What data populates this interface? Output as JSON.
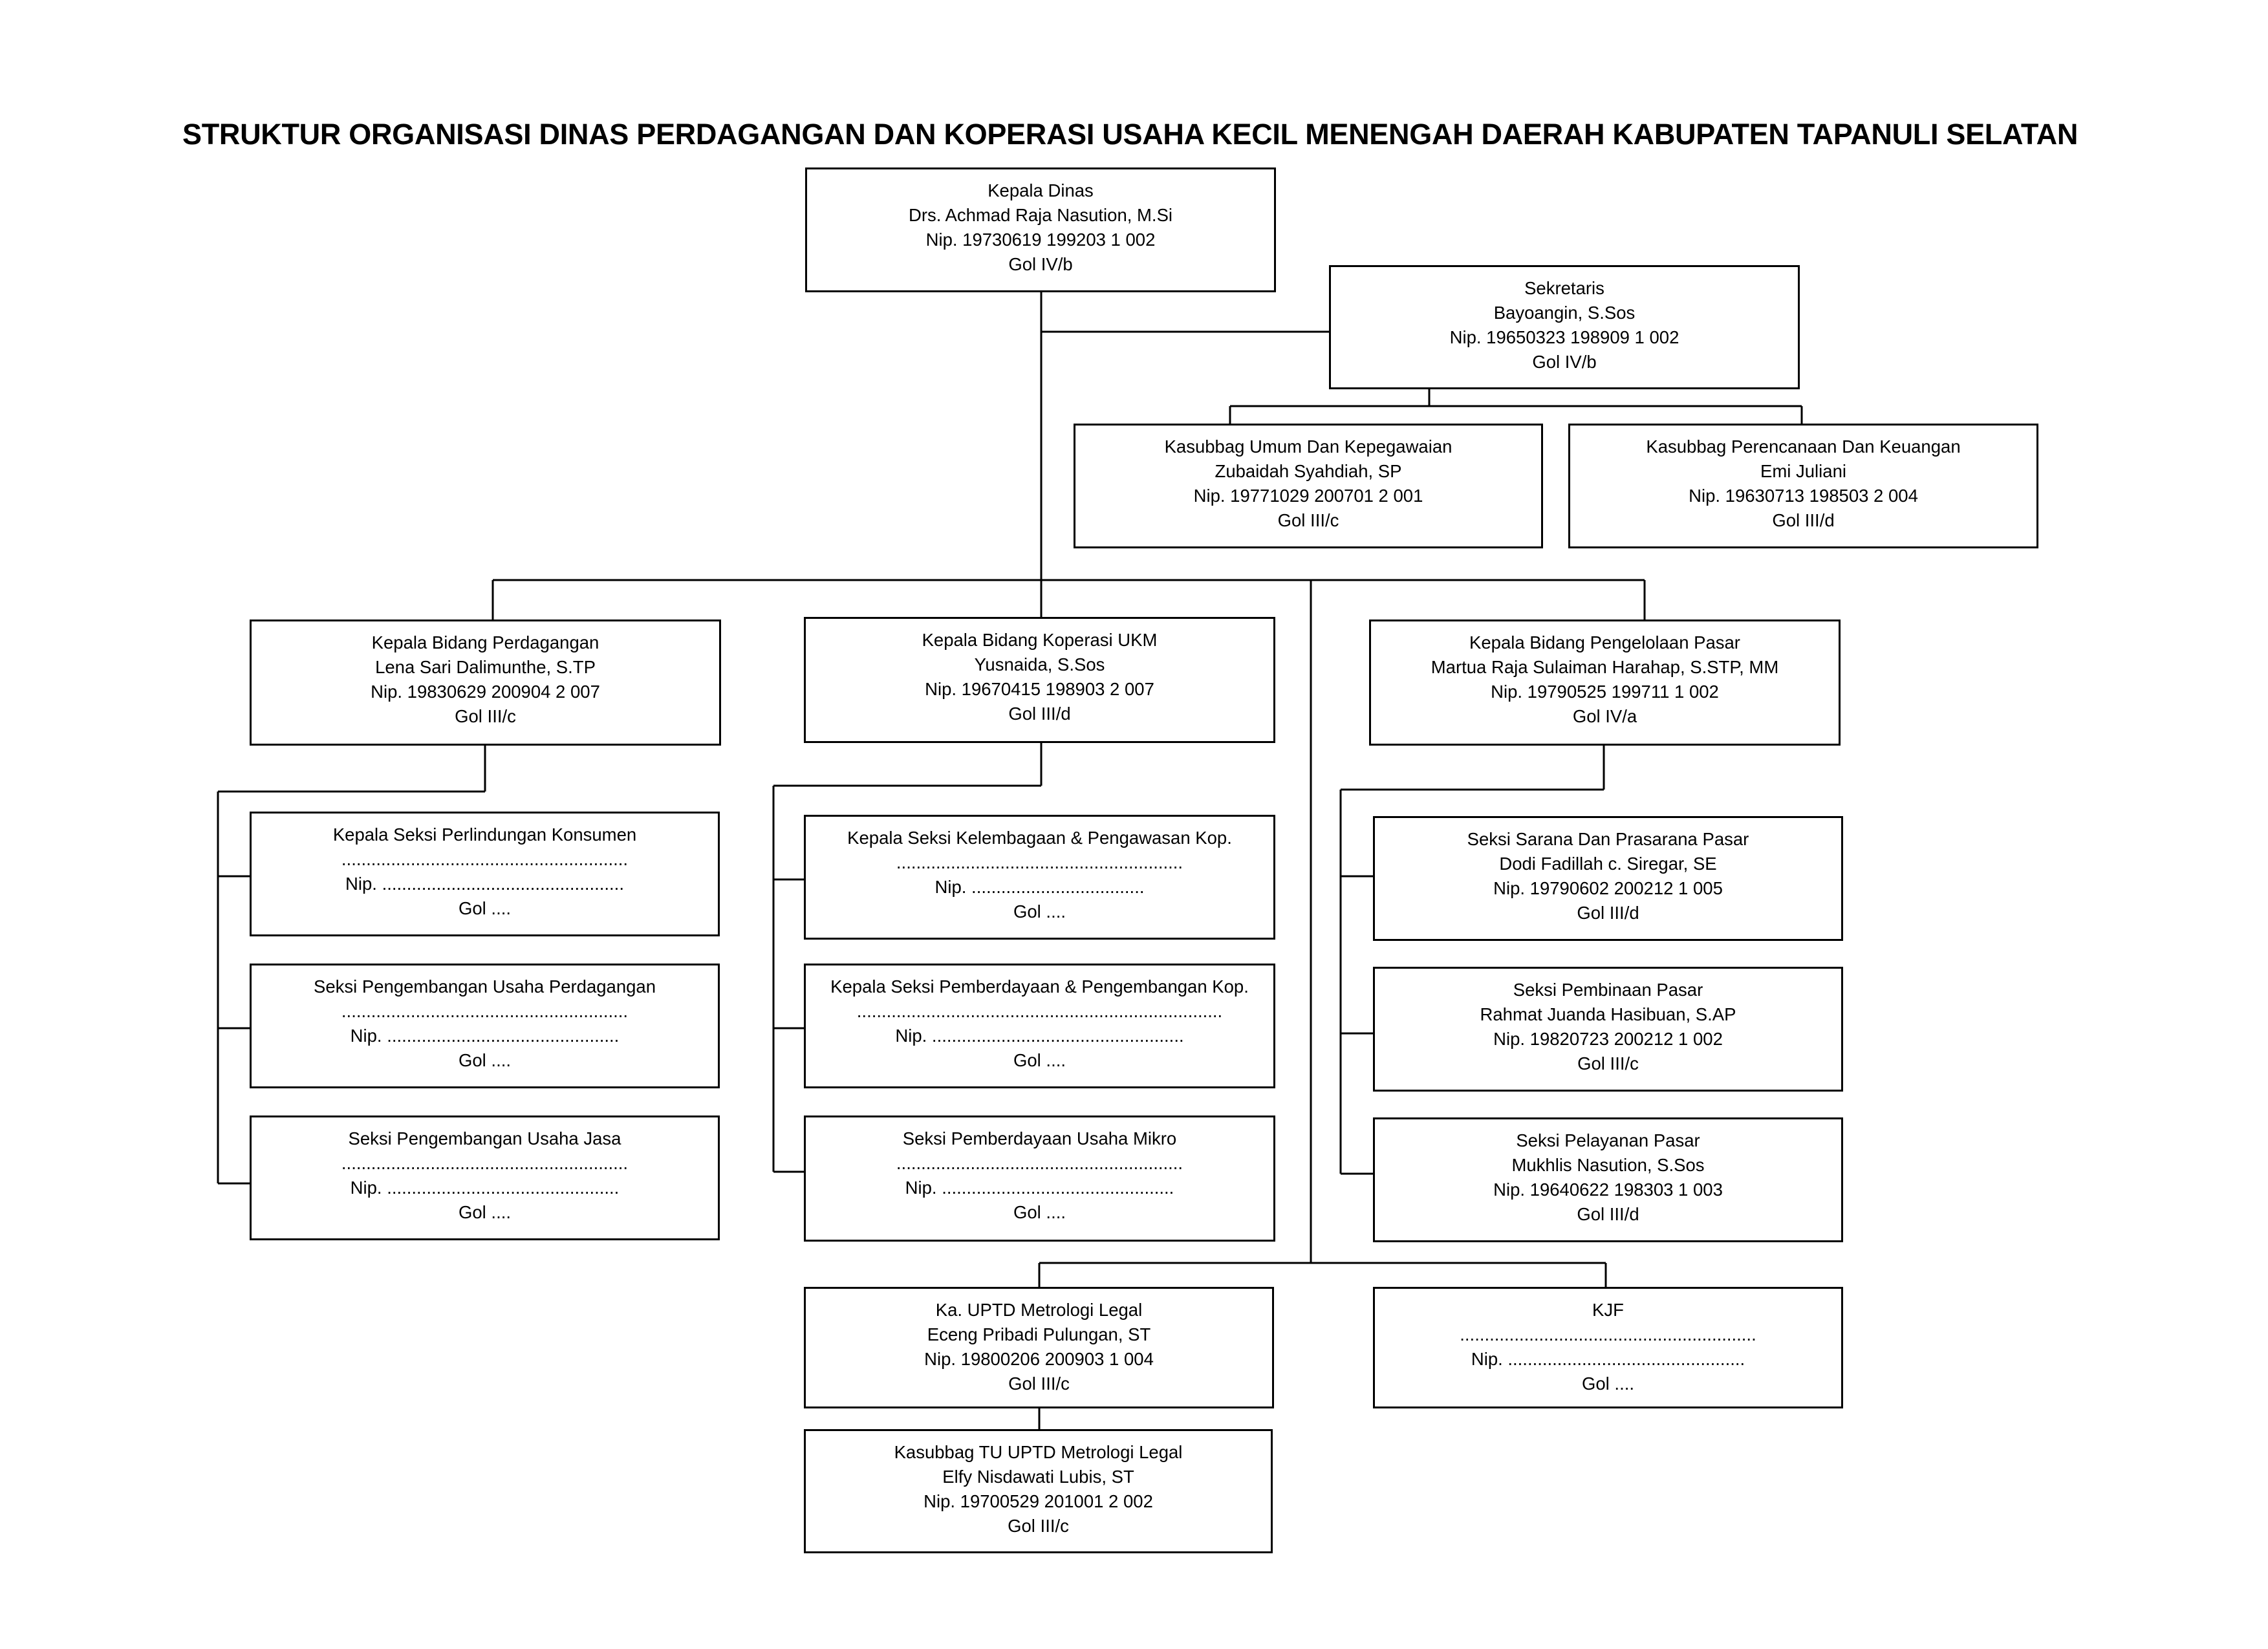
{
  "title": "STRUKTUR ORGANISASI DINAS PERDAGANGAN DAN KOPERASI USAHA KECIL MENENGAH DAERAH KABUPATEN TAPANULI SELATAN",
  "boxes": {
    "kepala_dinas": [
      "Kepala Dinas",
      "Drs. Achmad Raja Nasution, M.Si",
      "Nip. 19730619 199203 1 002",
      "Gol IV/b"
    ],
    "sekretaris": [
      "Sekretaris",
      "Bayoangin, S.Sos",
      "Nip. 19650323 198909 1 002",
      "Gol IV/b"
    ],
    "kasubbag_umum": [
      "Kasubbag Umum Dan Kepegawaian",
      "Zubaidah Syahdiah, SP",
      "Nip. 19771029 200701 2 001",
      "Gol III/c"
    ],
    "kasubbag_perencanaan": [
      "Kasubbag Perencanaan Dan Keuangan",
      "Emi Juliani",
      "Nip. 19630713 198503 2 004",
      "Gol III/d"
    ],
    "kabid_perdagangan": [
      "Kepala Bidang Perdagangan",
      "Lena Sari Dalimunthe, S.TP",
      "Nip. 19830629 200904 2 007",
      "Gol III/c"
    ],
    "kabid_koperasi": [
      "Kepala Bidang Koperasi UKM",
      "Yusnaida, S.Sos",
      "Nip. 19670415 198903 2 007",
      "Gol III/d"
    ],
    "kabid_pasar": [
      "Kepala Bidang Pengelolaan Pasar",
      "Martua Raja Sulaiman Harahap, S.STP, MM",
      "Nip. 19790525 199711 1 002",
      "Gol IV/a"
    ],
    "seksi_perlindungan": [
      "Kepala Seksi Perlindungan Konsumen",
      "..........................................................",
      "Nip. .................................................",
      "Gol ...."
    ],
    "seksi_usaha_perdagangan": [
      "Seksi Pengembangan Usaha Perdagangan",
      "..........................................................",
      "Nip. ...............................................",
      "Gol ...."
    ],
    "seksi_usaha_jasa": [
      "Seksi Pengembangan Usaha Jasa",
      "..........................................................",
      "Nip. ...............................................",
      "Gol ...."
    ],
    "seksi_kelembagaan": [
      "Kepala Seksi Kelembagaan & Pengawasan Kop.",
      "..........................................................",
      "Nip. ...................................",
      "Gol ...."
    ],
    "seksi_pemberdayaan_kop": [
      "Kepala Seksi Pemberdayaan & Pengembangan Kop.",
      "..........................................................................",
      "Nip. ...................................................",
      "Gol ...."
    ],
    "seksi_usaha_mikro": [
      "Seksi Pemberdayaan Usaha Mikro",
      "..........................................................",
      "Nip. ...............................................",
      "Gol ...."
    ],
    "seksi_sarana": [
      "Seksi Sarana Dan Prasarana Pasar",
      "Dodi Fadillah c. Siregar, SE",
      "Nip. 19790602 200212 1 005",
      "Gol III/d"
    ],
    "seksi_pembinaan": [
      "Seksi Pembinaan Pasar",
      "Rahmat Juanda Hasibuan, S.AP",
      "Nip. 19820723 200212 1 002",
      "Gol III/c"
    ],
    "seksi_pelayanan": [
      "Seksi Pelayanan Pasar",
      "Mukhlis Nasution, S.Sos",
      "Nip. 19640622 198303 1 003",
      "Gol III/d"
    ],
    "uptd_metrologi": [
      "Ka. UPTD Metrologi Legal",
      "Eceng Pribadi Pulungan, ST",
      "Nip. 19800206 200903 1 004",
      "Gol III/c"
    ],
    "kjf": [
      "KJF",
      "............................................................",
      "Nip. ................................................",
      "Gol ...."
    ],
    "kasubbag_tu_uptd": [
      "Kasubbag TU UPTD Metrologi Legal",
      "Elfy Nisdawati Lubis, ST",
      "Nip. 19700529 201001 2 002",
      "Gol III/c"
    ]
  }
}
